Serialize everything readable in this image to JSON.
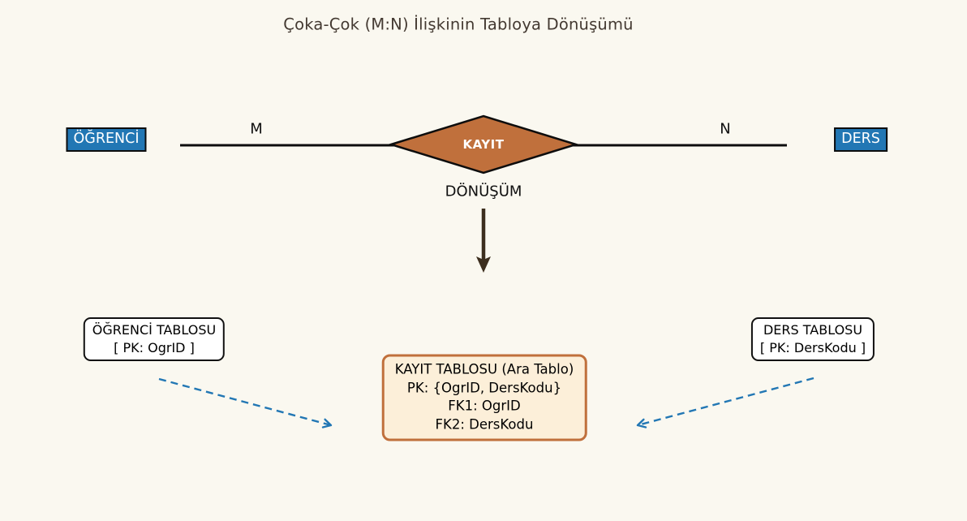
{
  "title": "Çoka-Çok (M:N) İlişkinin Tabloya Dönüşümü",
  "er_diagram": {
    "left_entity": "ÖĞRENCİ",
    "right_entity": "DERS",
    "relationship": "KAYIT",
    "left_cardinality": "M",
    "right_cardinality": "N",
    "transform_label": "DÖNÜŞÜM"
  },
  "tables": {
    "student": {
      "title": "ÖĞRENCİ TABLOSU",
      "pk": "[ PK: OgrID ]"
    },
    "course": {
      "title": "DERS TABLOSU",
      "pk": "[ PK: DersKodu ]"
    },
    "junction": {
      "title": "KAYIT TABLOSU (Ara Tablo)",
      "pk": "PK: {OgrID, DersKodu}",
      "fk1": "FK1: OgrID",
      "fk2": "FK2: DersKodu"
    }
  },
  "colors": {
    "background": "#FAF8F0",
    "entity_fill": "#2277B4",
    "relationship_fill": "#C0703C",
    "junction_fill": "#FCEFD9",
    "junction_border": "#C0703C",
    "transform_arrow": "#3C2E1E",
    "mapping_arrow": "#2277B4",
    "title_text": "#433931"
  }
}
